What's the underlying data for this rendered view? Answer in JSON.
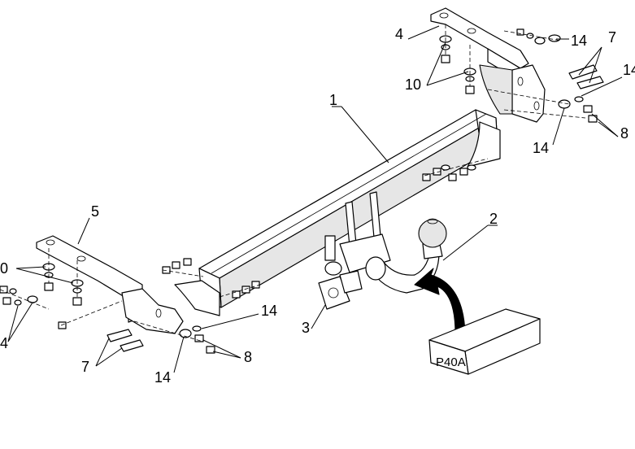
{
  "labels": {
    "main_bar": "1",
    "ball_neck": "2",
    "socket_plate": "3",
    "right_bracket": "4",
    "left_bracket": "5",
    "bolts_left": "7",
    "bolts_right": "7",
    "nuts_left": "8",
    "nuts_right": "8",
    "washers_top_right": "10",
    "washers_left": "10",
    "washers_right_upper": "14",
    "washers_right_side": "14",
    "washers_right_lower": "14",
    "washers_left_lower": "14",
    "washers_left_mid": "14",
    "washers_left_edge": "14"
  },
  "kit_box": {
    "code": "P40A"
  }
}
